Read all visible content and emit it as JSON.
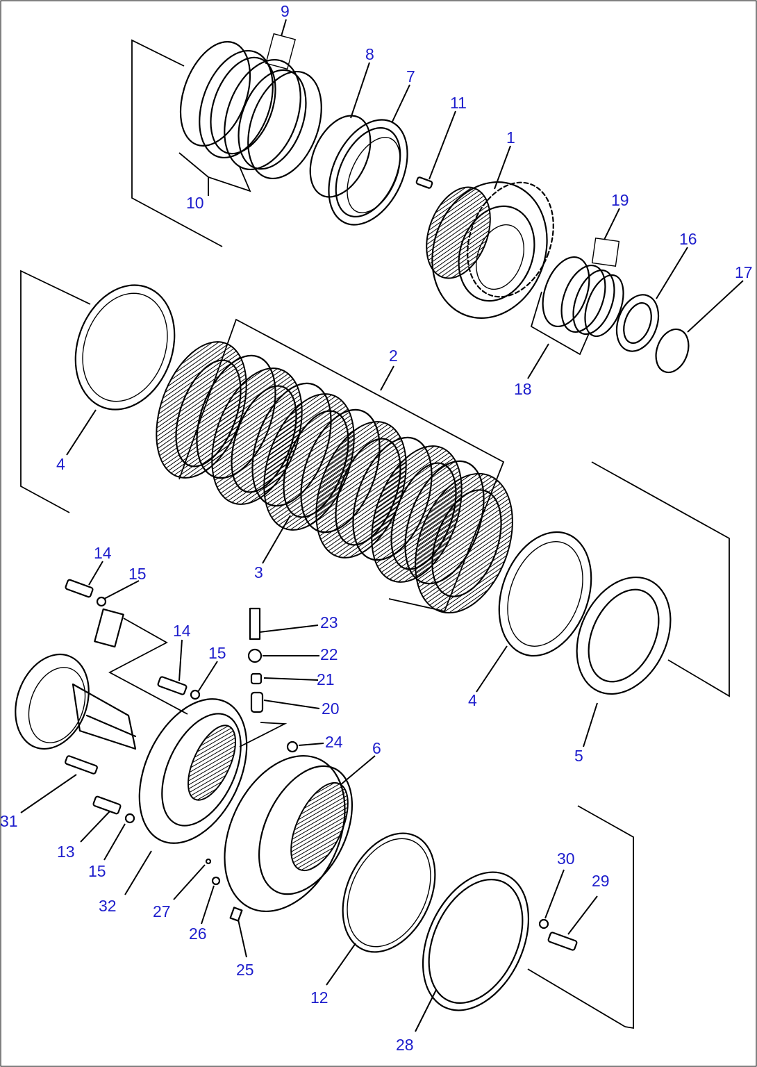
{
  "diagram": {
    "line_color": "#000000",
    "callout_color": "#1d1dcc",
    "background": "#ffffff",
    "callouts": [
      {
        "id": "c9",
        "label": "9"
      },
      {
        "id": "c8",
        "label": "8"
      },
      {
        "id": "c7",
        "label": "7"
      },
      {
        "id": "c11",
        "label": "11"
      },
      {
        "id": "c1",
        "label": "1"
      },
      {
        "id": "c10",
        "label": "10"
      },
      {
        "id": "c19",
        "label": "19"
      },
      {
        "id": "c16",
        "label": "16"
      },
      {
        "id": "c17",
        "label": "17"
      },
      {
        "id": "c18",
        "label": "18"
      },
      {
        "id": "c2",
        "label": "2"
      },
      {
        "id": "c4a",
        "label": "4"
      },
      {
        "id": "c3",
        "label": "3"
      },
      {
        "id": "c14a",
        "label": "14"
      },
      {
        "id": "c15a",
        "label": "15"
      },
      {
        "id": "c23",
        "label": "23"
      },
      {
        "id": "c14b",
        "label": "14"
      },
      {
        "id": "c22",
        "label": "22"
      },
      {
        "id": "c15b",
        "label": "15"
      },
      {
        "id": "c21",
        "label": "21"
      },
      {
        "id": "c20",
        "label": "20"
      },
      {
        "id": "c4b",
        "label": "4"
      },
      {
        "id": "c24",
        "label": "24"
      },
      {
        "id": "c6",
        "label": "6"
      },
      {
        "id": "c5",
        "label": "5"
      },
      {
        "id": "c31",
        "label": "31"
      },
      {
        "id": "c13",
        "label": "13"
      },
      {
        "id": "c15c",
        "label": "15"
      },
      {
        "id": "c32",
        "label": "32"
      },
      {
        "id": "c27",
        "label": "27"
      },
      {
        "id": "c26",
        "label": "26"
      },
      {
        "id": "c25",
        "label": "25"
      },
      {
        "id": "c30",
        "label": "30"
      },
      {
        "id": "c29",
        "label": "29"
      },
      {
        "id": "c12",
        "label": "12"
      },
      {
        "id": "c28",
        "label": "28"
      }
    ]
  }
}
